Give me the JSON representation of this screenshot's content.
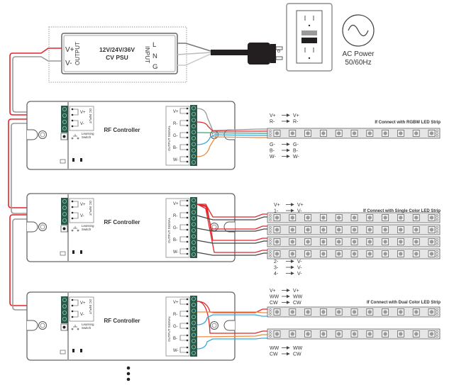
{
  "psu": {
    "title_line1": "12V/24V/36V",
    "title_line2": "CV PSU",
    "output_label": "OUTPUT",
    "input_label": "INPUT",
    "vplus": "V+",
    "vminus": "V-",
    "l": "L",
    "n": "N",
    "g": "G"
  },
  "ac_power": {
    "line1": "AC Power",
    "line2": "50/60Hz"
  },
  "controllers": [
    {
      "title": "RF Controller",
      "input_label": "DC INPUT",
      "learning_label": "Learning",
      "switch_label": "Switch",
      "output_label": "OUTPUT SIGNAL",
      "terminals": [
        "V+",
        "R-",
        "G-",
        "B-",
        "W-"
      ],
      "in_terminals": [
        "V+",
        "V-"
      ]
    },
    {
      "title": "RF Controller",
      "input_label": "DC INPUT",
      "learning_label": "Learning",
      "switch_label": "Switch",
      "output_label": "OUTPUT SIGNAL",
      "terminals": [
        "V+",
        "R-",
        "G-",
        "B-",
        "W-"
      ],
      "in_terminals": [
        "V+",
        "V-"
      ]
    },
    {
      "title": "RF Controller",
      "input_label": "DC INPUT",
      "learning_label": "Learning",
      "switch_label": "Switch",
      "output_label": "OUTPUT SIGNAL",
      "terminals": [
        "V+",
        "R-",
        "G-",
        "B-",
        "W-"
      ],
      "in_terminals": [
        "V+",
        "V-"
      ]
    }
  ],
  "strips": {
    "rgbw": {
      "caption": "If Connect with RGBW LED Strip",
      "map_top": [
        [
          "V+",
          "V+"
        ],
        [
          "R-",
          "R-"
        ]
      ],
      "map_bottom": [
        [
          "G-",
          "G-"
        ],
        [
          "B-",
          "B-"
        ],
        [
          "W-",
          "W-"
        ]
      ]
    },
    "single": {
      "caption": "If Connect with Single Color LED Strip",
      "map_top": [
        [
          "V+",
          "V+"
        ],
        [
          "1-",
          "V-"
        ]
      ],
      "map_bottom": [
        [
          "2-",
          "V-"
        ],
        [
          "3-",
          "V-"
        ],
        [
          "4-",
          "V-"
        ]
      ]
    },
    "dual": {
      "caption": "If Connect with Dual Color LED Strip",
      "map_top": [
        [
          "V+",
          "V+"
        ],
        [
          "WW",
          "WW"
        ],
        [
          "CW",
          "CW"
        ]
      ],
      "map_bottom": [
        [
          "WW",
          "WW"
        ],
        [
          "CW",
          "CW"
        ]
      ]
    }
  },
  "colors": {
    "red": "#e0262b",
    "gray": "#8a8a8a",
    "green": "#3aa57a",
    "blue": "#39a9dc",
    "orange": "#f08a3c",
    "terminal": "#2c5a4a",
    "plug": "#231f20"
  },
  "continuation": "more controllers"
}
